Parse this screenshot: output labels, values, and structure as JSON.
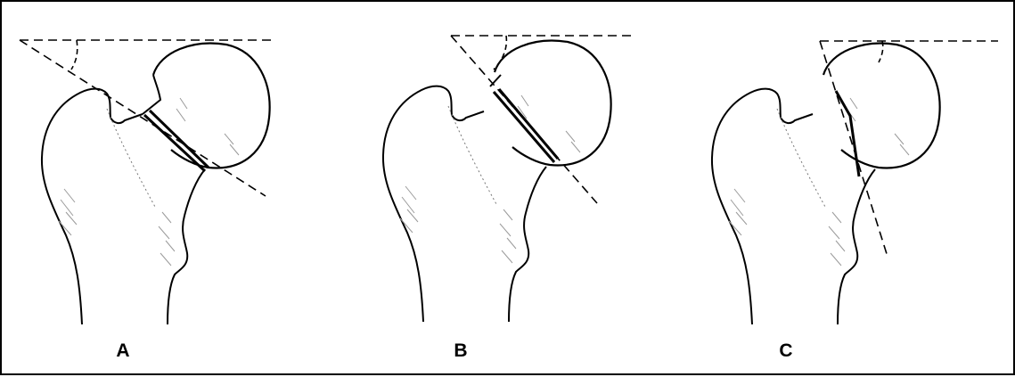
{
  "figure": {
    "panels": [
      {
        "label": "A"
      },
      {
        "label": "B"
      },
      {
        "label": "C"
      }
    ],
    "colors": {
      "ink": "#000000",
      "shading": "#9a9a9a",
      "background": "#ffffff"
    }
  }
}
